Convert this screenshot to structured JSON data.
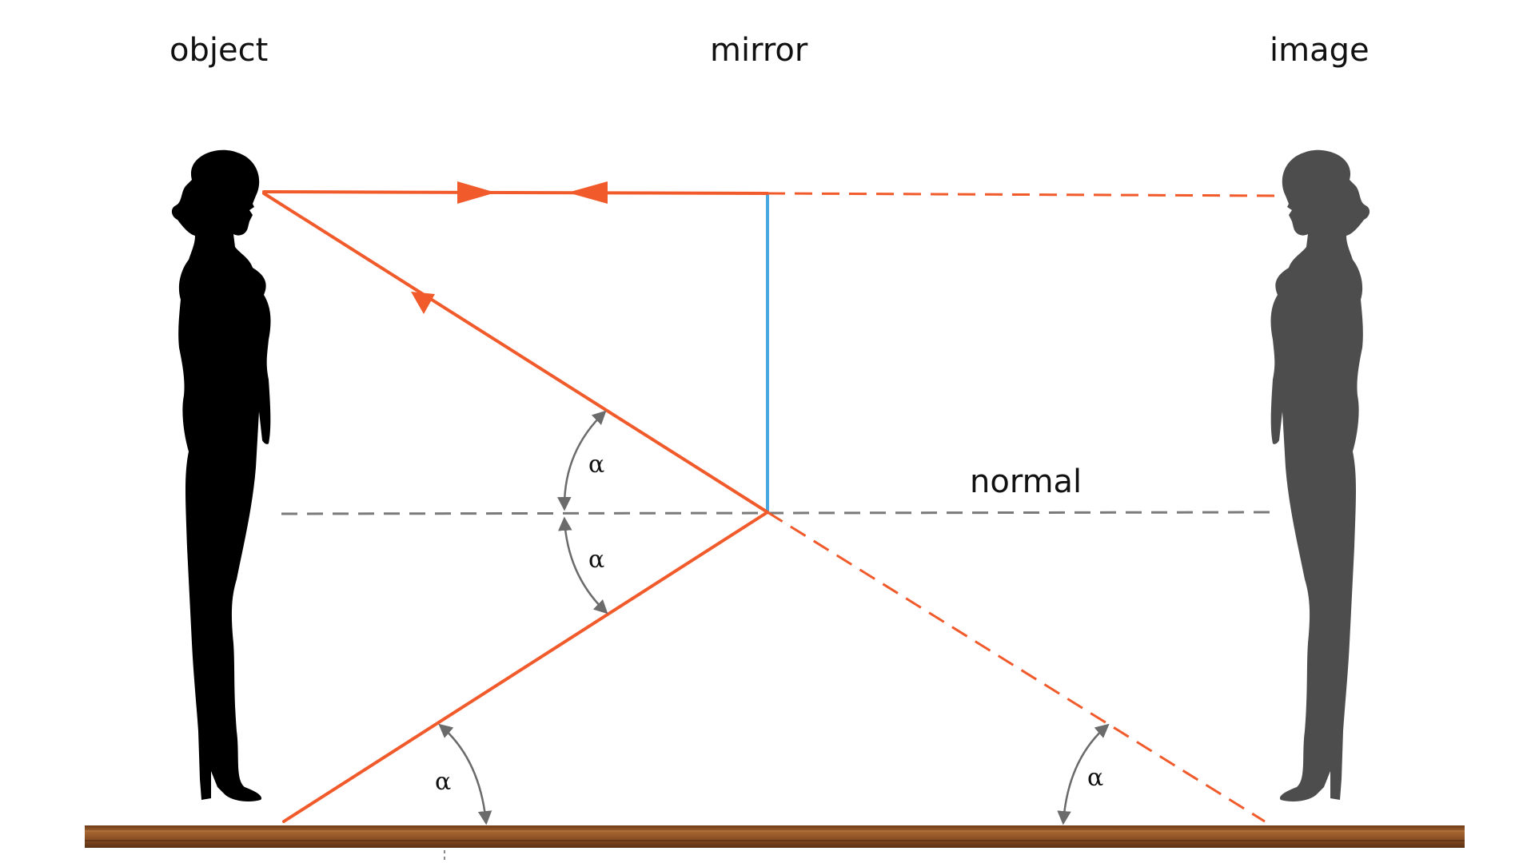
{
  "labels": {
    "object": "object",
    "mirror": "mirror",
    "image": "image",
    "normal": "normal"
  },
  "angle_symbol": "α",
  "colors": {
    "ray": "#f15a2a",
    "mirror": "#4aa8e0",
    "normal_line": "#7a7a7a",
    "angle_arc": "#6b6b6b",
    "object_silhouette": "#000000",
    "image_silhouette": "#4d4d4d",
    "floor_top": "#7a4420",
    "floor_mid": "#a0602e",
    "floor_bottom": "#5a3012"
  }
}
